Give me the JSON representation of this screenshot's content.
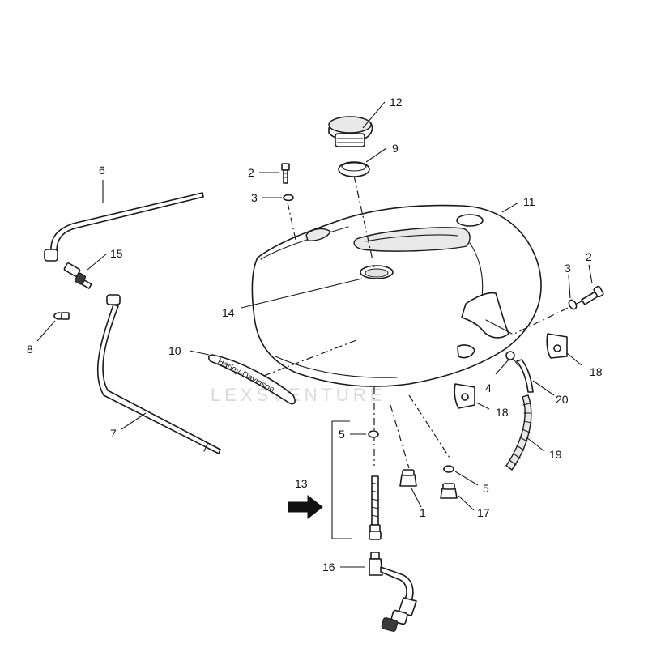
{
  "callouts": {
    "c1": "1",
    "c2a": "2",
    "c2b": "2",
    "c3a": "3",
    "c3b": "3",
    "c4": "4",
    "c5a": "5",
    "c5b": "5",
    "c6": "6",
    "c7": "7",
    "c8": "8",
    "c9": "9",
    "c10": "10",
    "c11": "11",
    "c12": "12",
    "c13": "13",
    "c14": "14",
    "c15": "15",
    "c16": "16",
    "c17": "17",
    "c18a": "18",
    "c18b": "18",
    "c19": "19",
    "c20": "20"
  },
  "decal": {
    "text": "Harley-Davidson"
  },
  "watermark": {
    "text": "LEXSVENTURE"
  },
  "colors": {
    "ink": "#1a1a1a",
    "arrow": "#111111",
    "watermark": "#d6d6d6"
  },
  "icons": {
    "pointer": "arrow-right-icon",
    "watermark_logo": "flame-logo-icon"
  }
}
